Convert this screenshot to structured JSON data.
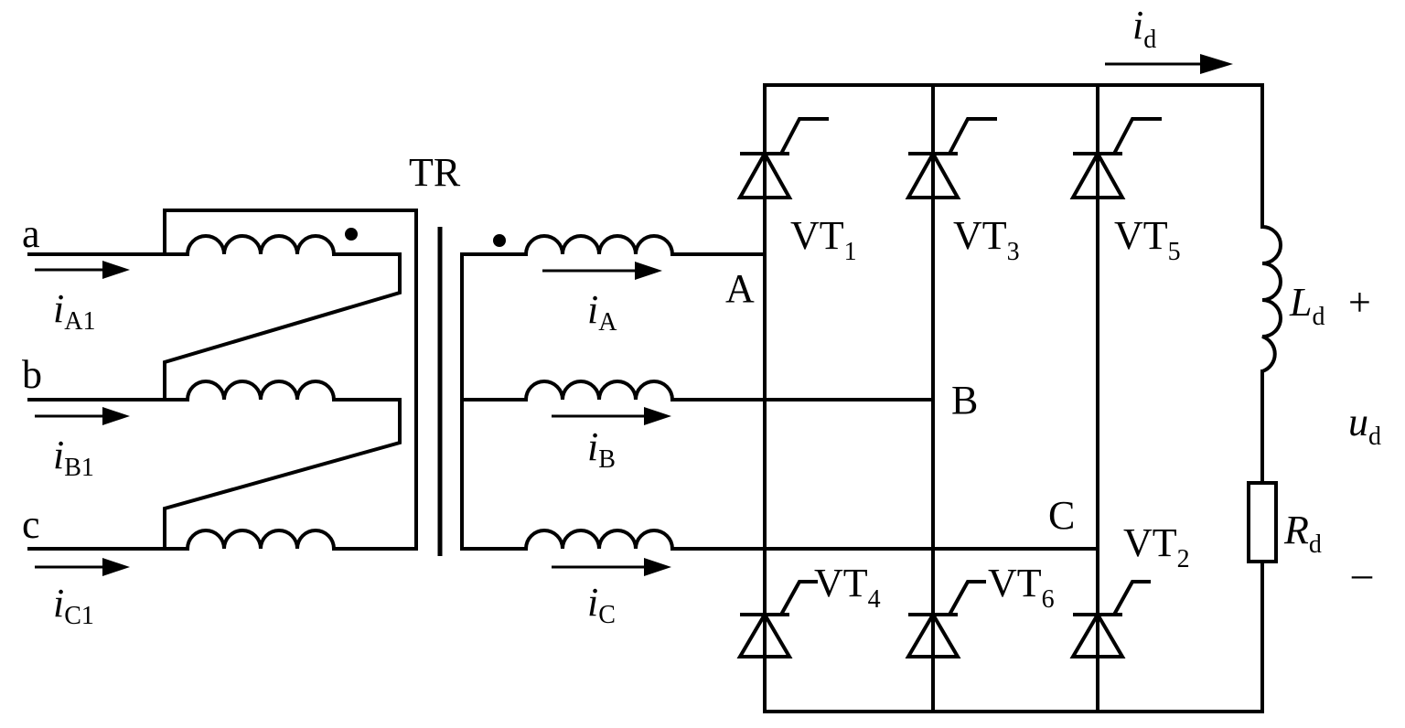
{
  "transformer": {
    "label": "TR"
  },
  "phases": {
    "a": {
      "line": "a",
      "current": "i",
      "current_sub": "A1"
    },
    "b": {
      "line": "b",
      "current": "i",
      "current_sub": "B1"
    },
    "c": {
      "line": "c",
      "current": "i",
      "current_sub": "C1"
    }
  },
  "secondary": {
    "A": {
      "current": "i",
      "current_sub": "A"
    },
    "B": {
      "current": "i",
      "current_sub": "B"
    },
    "C": {
      "current": "i",
      "current_sub": "C"
    }
  },
  "nodes": {
    "A": "A",
    "B": "B",
    "C": "C"
  },
  "thyristors": [
    {
      "id": "VT1",
      "base": "VT",
      "sub": "1"
    },
    {
      "id": "VT3",
      "base": "VT",
      "sub": "3"
    },
    {
      "id": "VT5",
      "base": "VT",
      "sub": "5"
    },
    {
      "id": "VT4",
      "base": "VT",
      "sub": "4"
    },
    {
      "id": "VT6",
      "base": "VT",
      "sub": "6"
    },
    {
      "id": "VT2",
      "base": "VT",
      "sub": "2"
    }
  ],
  "output": {
    "current": "i",
    "current_sub": "d",
    "inductor": "L",
    "inductor_sub": "d",
    "resistor": "R",
    "resistor_sub": "d",
    "voltage": "u",
    "voltage_sub": "d",
    "plus": "+",
    "minus": "–"
  }
}
